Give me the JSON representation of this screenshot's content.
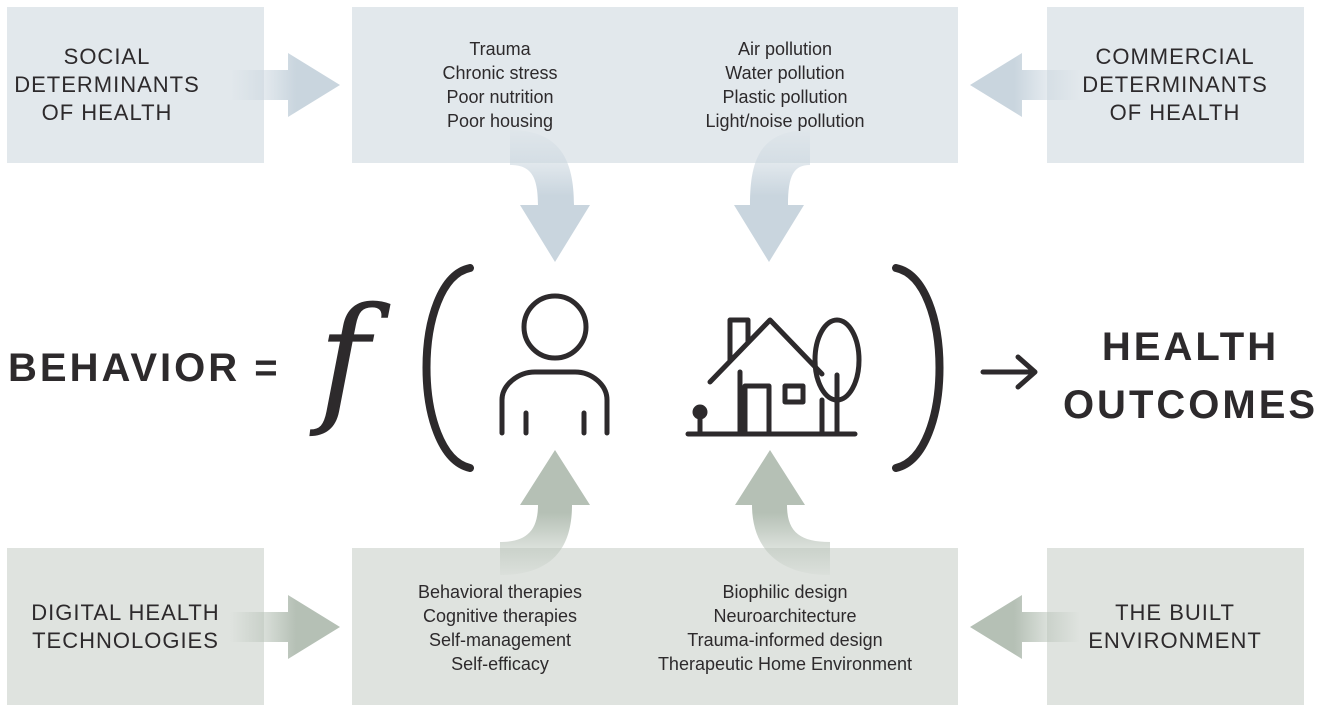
{
  "top_left_label": [
    "SOCIAL",
    "DETERMINANTS",
    "OF HEALTH"
  ],
  "top_right_label": [
    "COMMERCIAL",
    "DETERMINANTS",
    "OF HEALTH"
  ],
  "top_center_left_list": [
    "Trauma",
    "Chronic stress",
    "Poor nutrition",
    "Poor housing"
  ],
  "top_center_right_list": [
    "Air pollution",
    "Water pollution",
    "Plastic pollution",
    "Light/noise pollution"
  ],
  "bottom_left_label": [
    "DIGITAL HEALTH",
    "TECHNOLOGIES"
  ],
  "bottom_right_label": [
    "THE BUILT",
    "ENVIRONMENT"
  ],
  "bottom_center_left_list": [
    "Behavioral therapies",
    "Cognitive therapies",
    "Self-management",
    "Self-efficacy"
  ],
  "bottom_center_right_list": [
    "Biophilic design",
    "Neuroarchitecture",
    "Trauma-informed design",
    "Therapeutic Home Environment"
  ],
  "equation": {
    "left": "BEHAVIOR =",
    "function_symbol": "f",
    "arrow": "→",
    "outcome": [
      "HEALTH",
      "OUTCOMES"
    ]
  },
  "icons": {
    "person": "person-icon",
    "house": "house-with-tree-icon"
  },
  "colors": {
    "blue_box": "#e2e8ec",
    "blue_arrow": "#c9d5de",
    "green_box": "#dfe3df",
    "green_arrow": "#b5c0b5",
    "text": "#2d2a2c"
  }
}
